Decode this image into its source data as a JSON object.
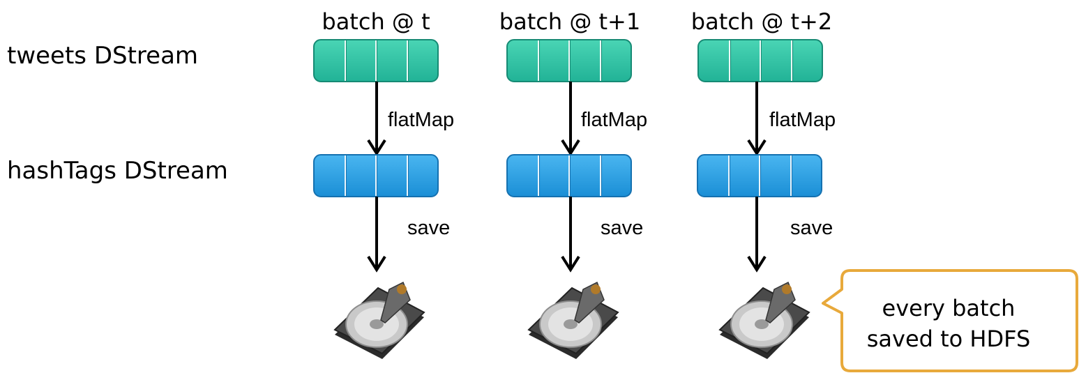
{
  "rows": {
    "tweets_label": "tweets DStream",
    "hashtags_label": "hashTags DStream"
  },
  "batches": [
    {
      "label": "batch @ t",
      "flatmap_label": "flatMap",
      "save_label": "save"
    },
    {
      "label": "batch @ t+1",
      "flatmap_label": "flatMap",
      "save_label": "save"
    },
    {
      "label": "batch @ t+2",
      "flatmap_label": "flatMap",
      "save_label": "save"
    }
  ],
  "callout": {
    "line1": "every batch",
    "line2": "saved to HDFS"
  },
  "colors": {
    "tweets_fill": "#2ec4a5",
    "hashtags_fill": "#2aa2e6",
    "callout_border": "#e8a93b",
    "arrow": "#000000"
  },
  "icons": [
    "hard-drive-icon"
  ]
}
